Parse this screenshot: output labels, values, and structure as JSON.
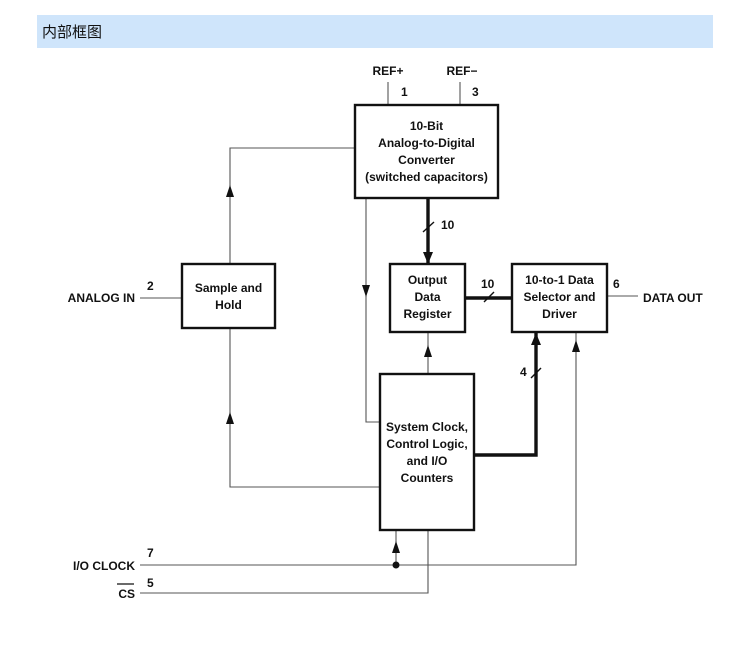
{
  "header": {
    "title": "内部框图"
  },
  "blocks": {
    "adc": {
      "lines": [
        "10-Bit",
        "Analog-to-Digital",
        "Converter",
        "(switched capacitors)"
      ]
    },
    "sample_hold": {
      "lines": [
        "Sample and",
        "Hold"
      ]
    },
    "output_register": {
      "lines": [
        "Output",
        "Data",
        "Register"
      ]
    },
    "selector": {
      "lines": [
        "10-to-1 Data",
        "Selector and",
        "Driver"
      ]
    },
    "control": {
      "lines": [
        "System Clock,",
        "Control Logic,",
        "and I/O",
        "Counters"
      ]
    }
  },
  "signals": {
    "ref_plus": {
      "label": "REF+",
      "pin": "1"
    },
    "ref_minus": {
      "label": "REF−",
      "pin": "3"
    },
    "analog_in": {
      "label": "ANALOG IN",
      "pin": "2"
    },
    "data_out": {
      "label": "DATA OUT",
      "pin": "6"
    },
    "io_clock": {
      "label": "I/O CLOCK",
      "pin": "7"
    },
    "cs": {
      "label": "CS",
      "pin": "5"
    }
  },
  "buses": {
    "adc_to_register": "10",
    "register_to_selector": "10",
    "control_to_selector": "4"
  }
}
